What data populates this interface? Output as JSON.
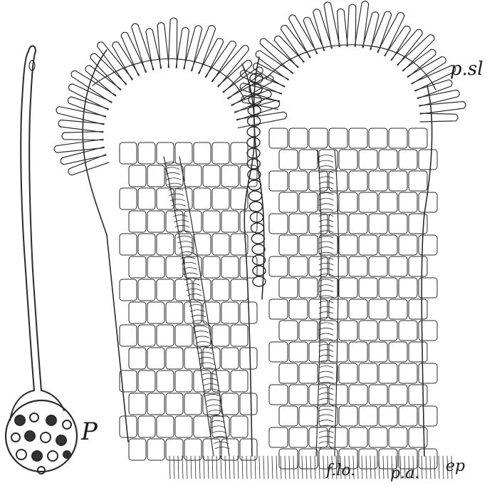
{
  "figure": {
    "labels": {
      "psl": "p.sl",
      "p": "P",
      "flo": "f.lo.",
      "pa": "p.a.",
      "ep": "ep"
    }
  }
}
